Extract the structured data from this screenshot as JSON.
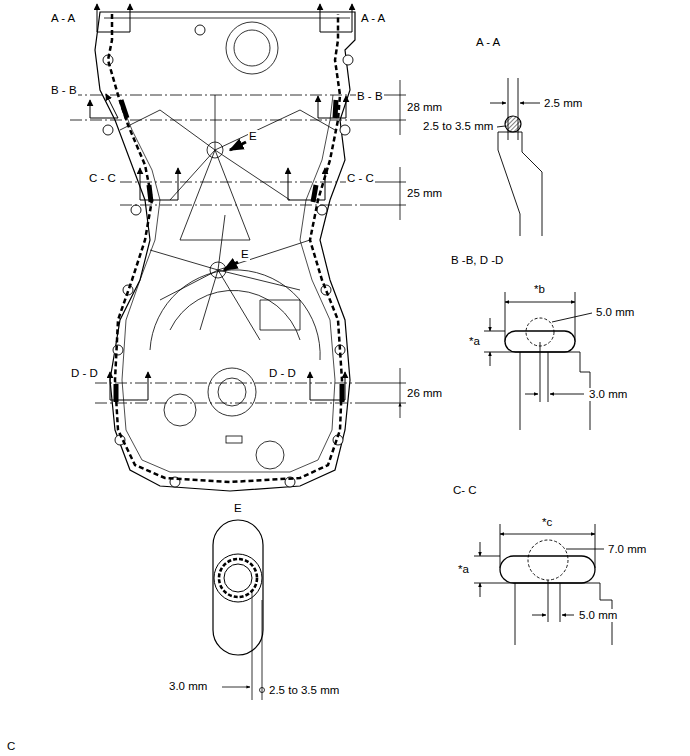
{
  "diagram": {
    "labels": [
      "A - A",
      "A - A",
      "B - B",
      "B - B",
      "C - C",
      "C - C",
      "D - D",
      "D - D",
      "E",
      "E",
      "28 mm",
      "25 mm",
      "26 mm",
      "A - A",
      "2.5 mm",
      "2.5 to 3.5 mm",
      "B -B, D -D",
      "*b",
      "5.0 mm",
      "*a",
      "3.0 mm",
      "C- C",
      "*c",
      "7.0 mm",
      "*a",
      "5.0 mm",
      "E",
      "3.0 mm",
      "2.5 to 3.5 mm",
      "C"
    ]
  }
}
